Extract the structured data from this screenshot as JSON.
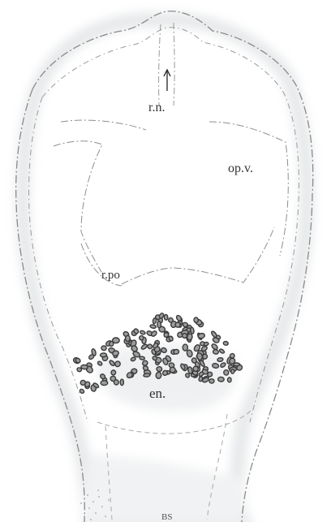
{
  "labels": {
    "rn": "r.n.",
    "opv": "op.v.",
    "rpo": "r.po",
    "en": "en."
  },
  "signature": "BS",
  "colors": {
    "paper": "#ffffff",
    "outline": "#8a8a8a",
    "shade": "#cfd3d6",
    "cells": "#3a3a3a"
  }
}
